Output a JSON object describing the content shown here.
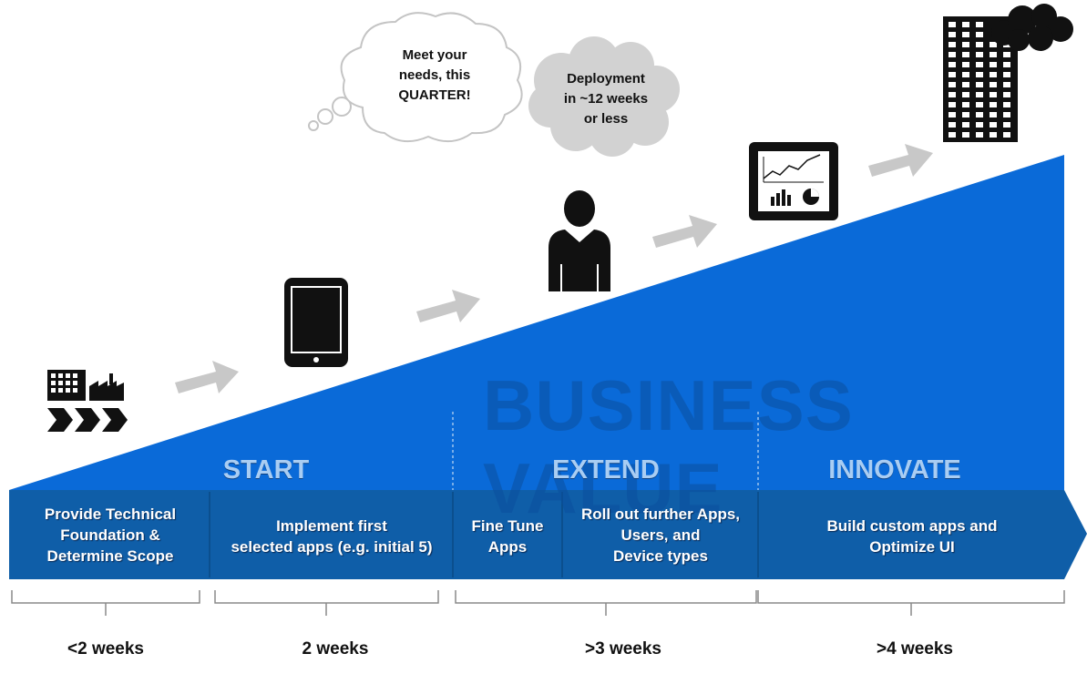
{
  "watermark": "BUSINESS VALUE",
  "phases": [
    {
      "label": "START"
    },
    {
      "label": "EXTEND"
    },
    {
      "label": "INNOVATE"
    }
  ],
  "tasks": [
    {
      "lines": [
        "Provide Technical",
        "Foundation &",
        "Determine Scope"
      ]
    },
    {
      "lines": [
        "Implement first",
        "selected apps (e.g. initial 5)"
      ]
    },
    {
      "lines": [
        "Fine Tune",
        "Apps"
      ]
    },
    {
      "lines": [
        "Roll out further Apps,",
        "Users, and",
        "Device types"
      ]
    },
    {
      "lines": [
        "Build custom apps and",
        "Optimize UI"
      ]
    }
  ],
  "durations": [
    {
      "label": "<2 weeks"
    },
    {
      "label": "2 weeks"
    },
    {
      "label": ">3 weeks"
    },
    {
      "label": ">4 weeks"
    }
  ],
  "bubbles": {
    "thought": [
      "Meet your",
      "needs, this",
      "QUARTER!"
    ],
    "cloud": [
      "Deployment",
      "in ~12 weeks",
      "or less"
    ]
  },
  "icons": [
    "factory-icon",
    "tablet-icon",
    "person-icon",
    "dashboard-icon",
    "skyscraper-icon",
    "arrow-icon"
  ],
  "colors": {
    "wedge": "#0a6ad8",
    "band": "#0f5ea8",
    "band_dark": "#0c4f90",
    "phase_label": "#a9cdf3",
    "arrow": "#c8c8c8"
  }
}
